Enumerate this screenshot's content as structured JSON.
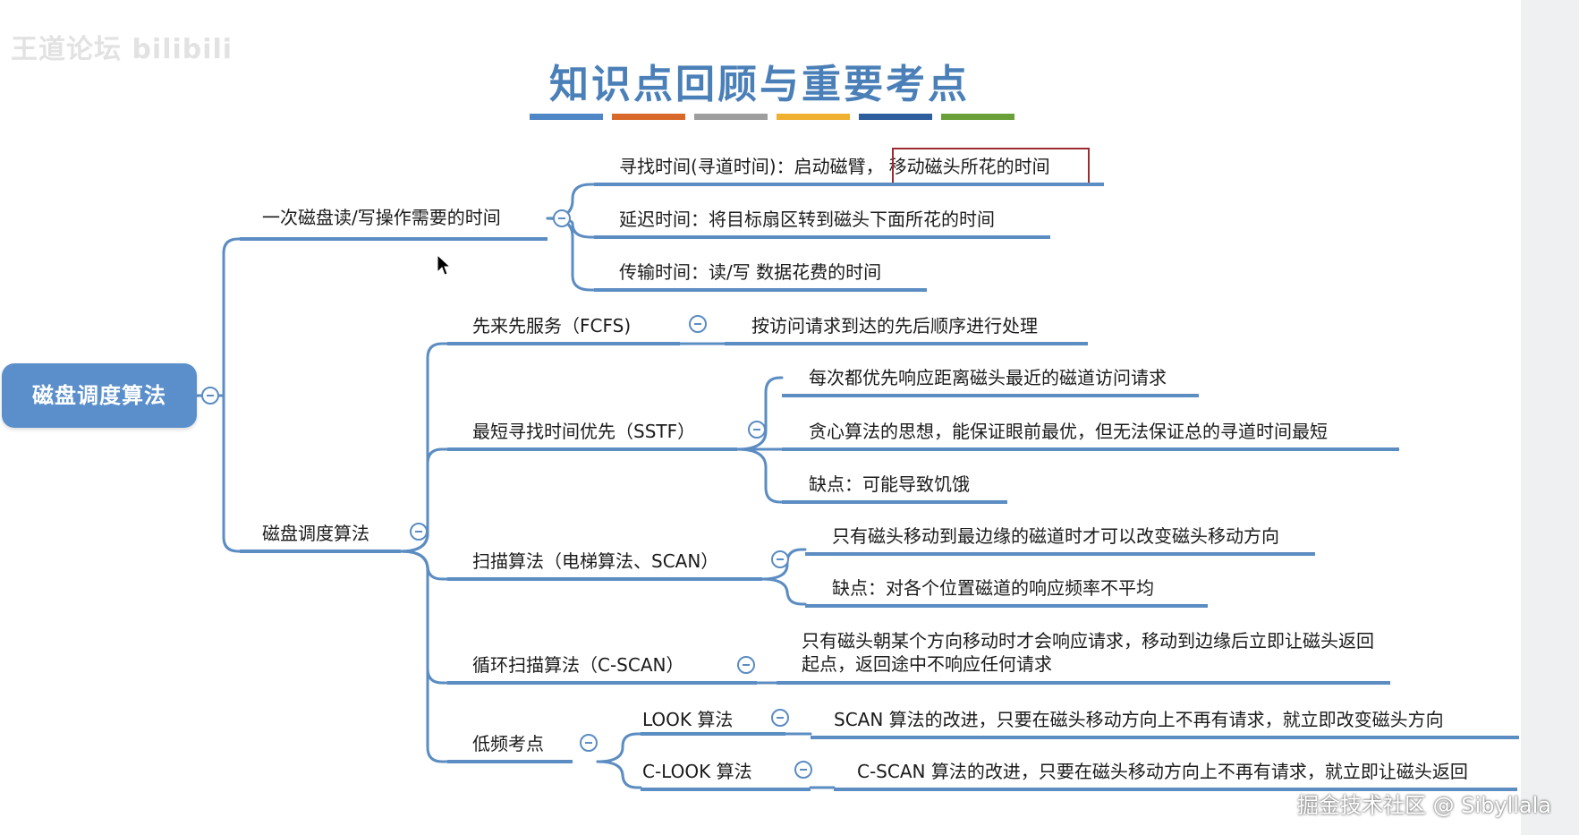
{
  "watermark_top": "王道论坛 bilibili",
  "title": "知识点回顾与重要考点",
  "title_bar_colors": [
    "#4f86c6",
    "#d9692b",
    "#9e9e9e",
    "#f0b030",
    "#2f5e9e",
    "#6aa03a"
  ],
  "root": "磁盘调度算法",
  "branch_time": {
    "label": "一次磁盘读/写操作需要的时间",
    "seek_prefix": "寻找时间(寻道时间)：启动磁臂，",
    "seek_highlight": "移动磁头所花的时间",
    "latency": "延迟时间：将目标扇区转到磁头下面所花的时间",
    "transfer": "传输时间：读/写 数据花费的时间"
  },
  "branch_algos": {
    "label": "磁盘调度算法",
    "fcfs": {
      "label": "先来先服务（FCFS)",
      "desc": "按访问请求到达的先后顺序进行处理"
    },
    "sstf": {
      "label": "最短寻找时间优先（SSTF）",
      "d1": "每次都优先响应距离磁头最近的磁道访问请求",
      "d2": "贪心算法的思想，能保证眼前最优，但无法保证总的寻道时间最短",
      "d3": "缺点：可能导致饥饿"
    },
    "scan": {
      "label": "扫描算法（电梯算法、SCAN）",
      "d1": "只有磁头移动到最边缘的磁道时才可以改变磁头移动方向",
      "d2": "缺点：对各个位置磁道的响应频率不平均"
    },
    "cscan": {
      "label": "循环扫描算法（C-SCAN）",
      "desc": "只有磁头朝某个方向移动时才会响应请求，移动到边缘后立即让磁头返回起点，返回途中不响应任何请求"
    },
    "low": {
      "label": "低频考点",
      "look": {
        "label": "LOOK 算法",
        "desc": "SCAN 算法的改进，只要在磁头移动方向上不再有请求，就立即改变磁头方向"
      },
      "clook": {
        "label": "C-LOOK 算法",
        "desc": "C-SCAN 算法的改进，只要在磁头移动方向上不再有请求，就立即让磁头返回"
      }
    }
  },
  "watermark_bottom": "掘金技术社区 @ Sibyllala"
}
